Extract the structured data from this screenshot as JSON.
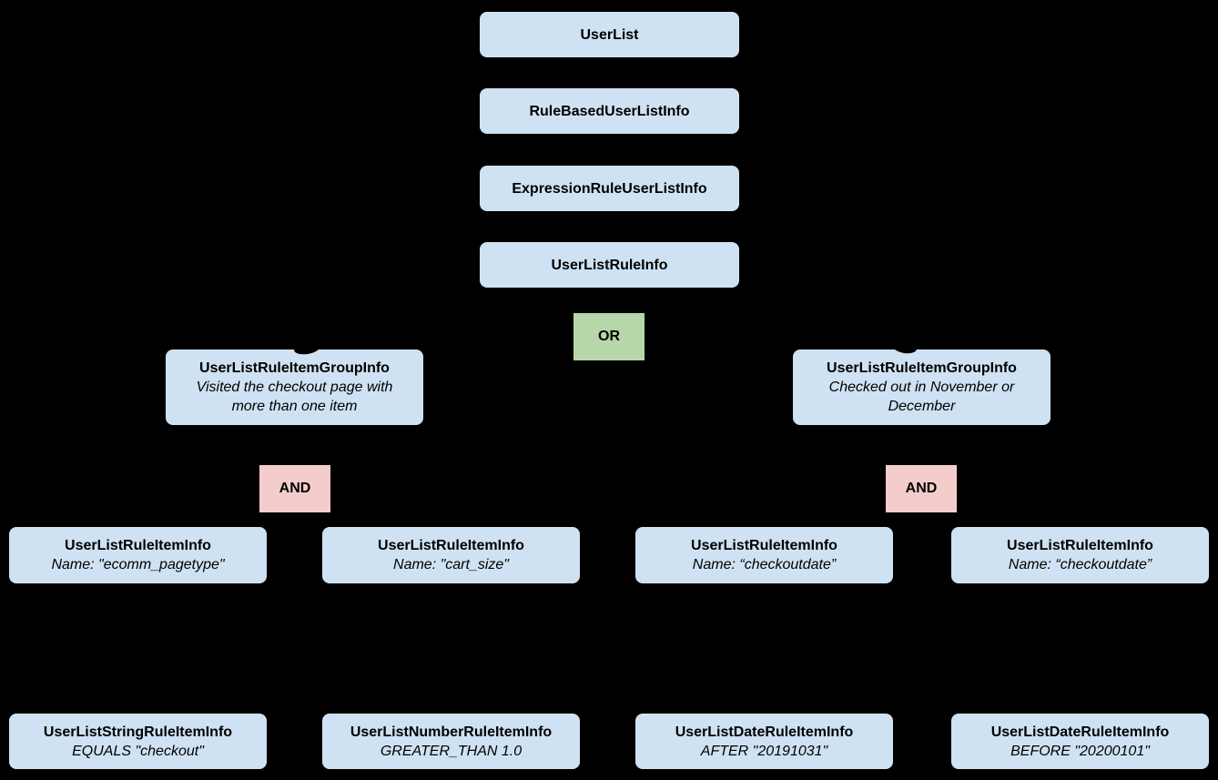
{
  "diagram": {
    "background": "#000000",
    "colors": {
      "node_fill": "#cfe2f3",
      "or_fill": "#b6d7a8",
      "and_fill": "#f4cccc",
      "text": "#000000"
    },
    "stack": [
      {
        "label": "UserList"
      },
      {
        "label": "RuleBasedUserListInfo"
      },
      {
        "label": "ExpressionRuleUserListInfo"
      },
      {
        "label": "UserListRuleInfo"
      }
    ],
    "or_operator": {
      "label": "OR"
    },
    "groups": [
      {
        "title": "UserListRuleItemGroupInfo",
        "description": "Visited the checkout page with more than one item"
      },
      {
        "title": "UserListRuleItemGroupInfo",
        "description": "Checked out in November or December"
      }
    ],
    "and_operators": [
      {
        "label": "AND"
      },
      {
        "label": "AND"
      }
    ],
    "rule_items": [
      {
        "title": "UserListRuleItemInfo",
        "description": "Name: \"ecomm_pagetype\""
      },
      {
        "title": "UserListRuleItemInfo",
        "description": "Name: \"cart_size\""
      },
      {
        "title": "UserListRuleItemInfo",
        "description": "Name: “checkoutdate”"
      },
      {
        "title": "UserListRuleItemInfo",
        "description": "Name: “checkoutdate”"
      }
    ],
    "operand_items": [
      {
        "title": "UserListStringRuleItemInfo",
        "description": "EQUALS \"checkout\""
      },
      {
        "title": "UserListNumberRuleItemInfo",
        "description": "GREATER_THAN 1.0"
      },
      {
        "title": "UserListDateRuleItemInfo",
        "description": "AFTER \"20191031\""
      },
      {
        "title": "UserListDateRuleItemInfo",
        "description": "BEFORE \"20200101\""
      }
    ]
  }
}
